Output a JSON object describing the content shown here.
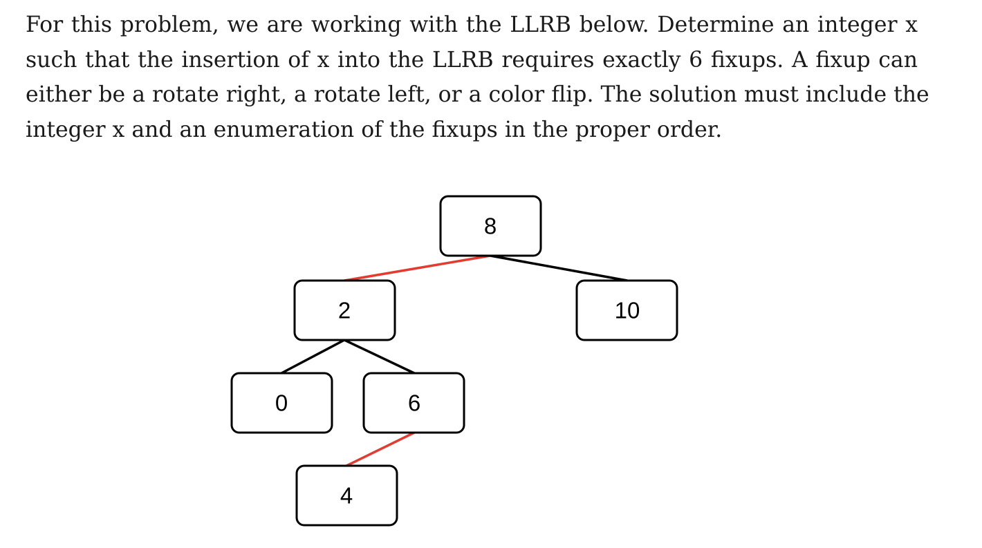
{
  "problem": {
    "lines": [
      "For this problem, we are working with the LLRB below. Determine an integer x",
      "such that the insertion of x into the LLRB requires exactly 6 fixups. A fixup can",
      "either be a rotate right, a rotate left, or a color flip. The solution must include the",
      "integer x and an enumeration of the fixups in the proper order."
    ]
  },
  "tree": {
    "nodes": {
      "root": "8",
      "left": "2",
      "right": "10",
      "left_left": "0",
      "left_right": "6",
      "left_right_left": "4"
    },
    "edges": [
      {
        "from": "8",
        "to": "2",
        "color": "red"
      },
      {
        "from": "8",
        "to": "10",
        "color": "black"
      },
      {
        "from": "2",
        "to": "0",
        "color": "black"
      },
      {
        "from": "2",
        "to": "6",
        "color": "black"
      },
      {
        "from": "6",
        "to": "4",
        "color": "red"
      }
    ],
    "colors": {
      "red_link": "#e53a2f",
      "black_link": "#000000"
    }
  }
}
